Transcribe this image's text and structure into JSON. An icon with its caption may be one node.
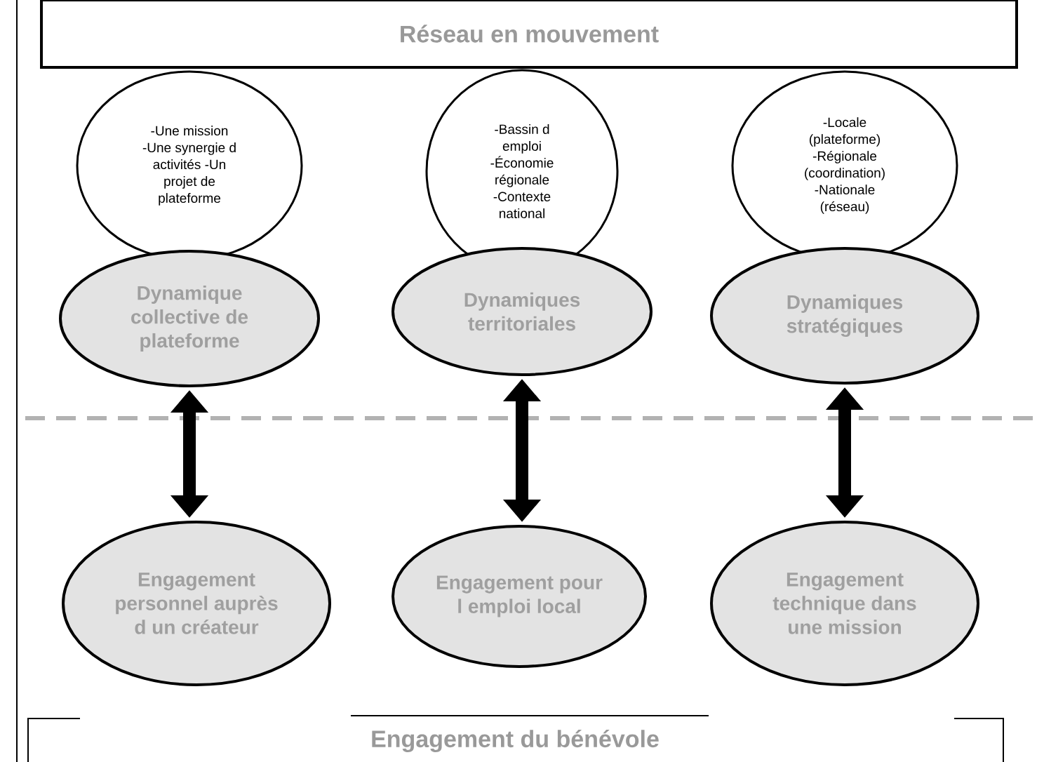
{
  "diagram": {
    "nodes": [
      {
        "text": [
          "Réseau en mouvement"
        ]
      },
      {
        "text": [
          "-Une mission -Une synergie d activités -Un projet de plateforme"
        ]
      },
      {
        "text": [
          "-Bassin d emploi -Économie régionale -Contexte national"
        ]
      },
      {
        "text": [
          "-Locale (plateforme) -Régionale (coordination) -Nationale (réseau)"
        ]
      },
      {
        "text": [
          "Dynamique collective de plateforme"
        ]
      },
      {
        "text": [
          "Dynamiques territoriales"
        ]
      },
      {
        "text": [
          "Dynamiques stratégiques"
        ]
      },
      {
        "text": [
          "Engagement personnel auprès d un créateur"
        ]
      },
      {
        "text": [
          "Engagement pour l emploi local"
        ]
      },
      {
        "text": [
          "Engagement technique dans une mission"
        ]
      },
      {
        "text": [
          "Engagement du bénévole"
        ]
      }
    ],
    "edges": [
      {
        "from": 4,
        "to": 7,
        "arrow": "both"
      },
      {
        "from": 5,
        "to": 8,
        "arrow": "both"
      },
      {
        "from": 6,
        "to": 9,
        "arrow": "both"
      }
    ]
  }
}
